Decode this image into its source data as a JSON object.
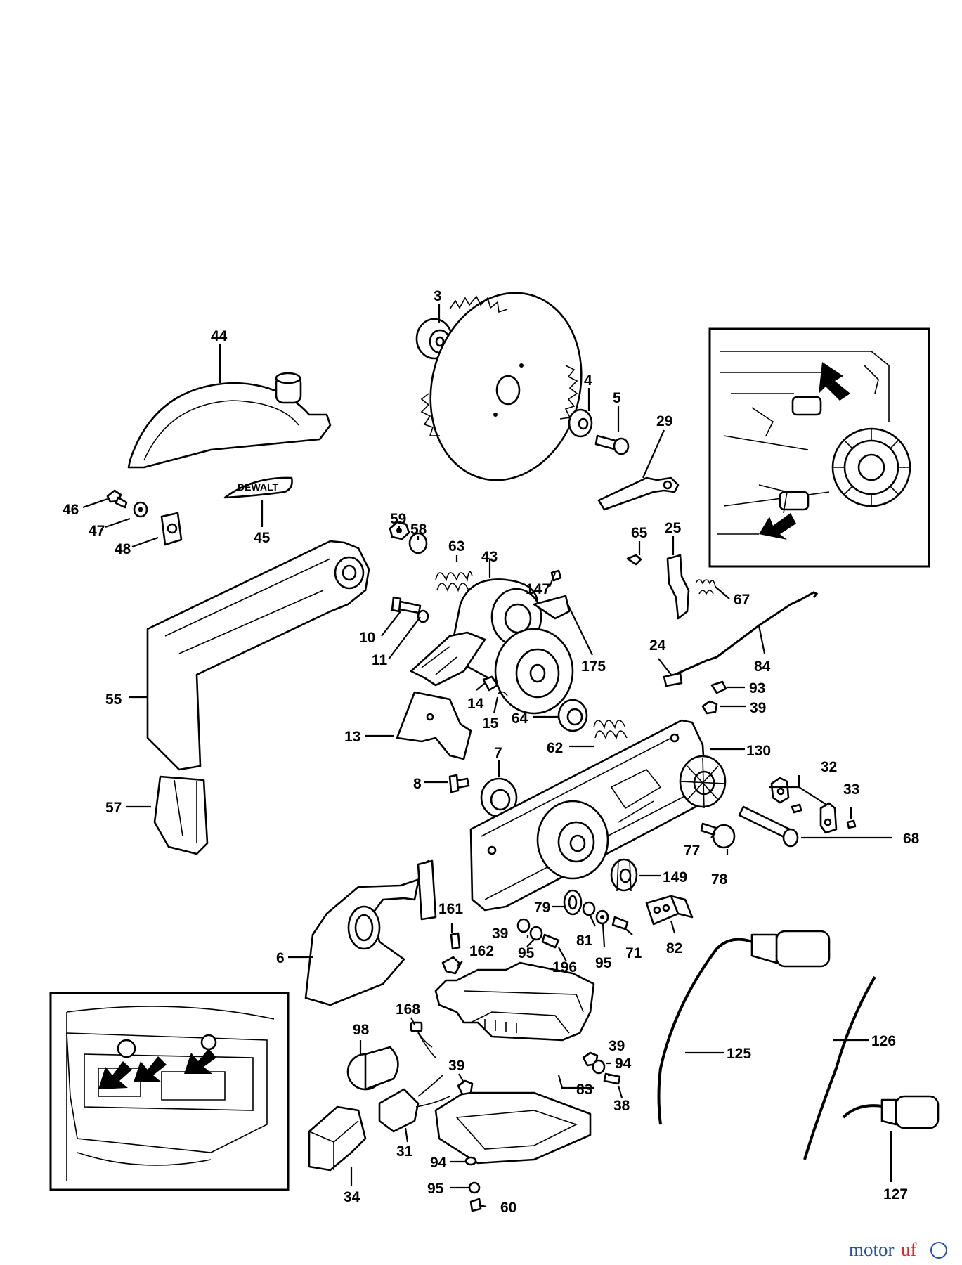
{
  "labels": [
    "3",
    "44",
    "4",
    "5",
    "29",
    "46",
    "47",
    "48",
    "45",
    "59",
    "58",
    "63",
    "43",
    "65",
    "25",
    "147",
    "67",
    "10",
    "11",
    "175",
    "24",
    "84",
    "55",
    "14",
    "15",
    "93",
    "39",
    "13",
    "64",
    "62",
    "7",
    "130",
    "32",
    "33",
    "8",
    "57",
    "68",
    "77",
    "78",
    "149",
    "161",
    "79",
    "39",
    "95",
    "81",
    "95",
    "71",
    "82",
    "6",
    "162",
    "196",
    "168",
    "98",
    "39",
    "94",
    "125",
    "126",
    "83",
    "38",
    "31",
    "94",
    "34",
    "95",
    "60",
    "127",
    "39"
  ],
  "brand_plate": "DEWALT",
  "logo": {
    "part1": "motor",
    "part2": "uf"
  }
}
